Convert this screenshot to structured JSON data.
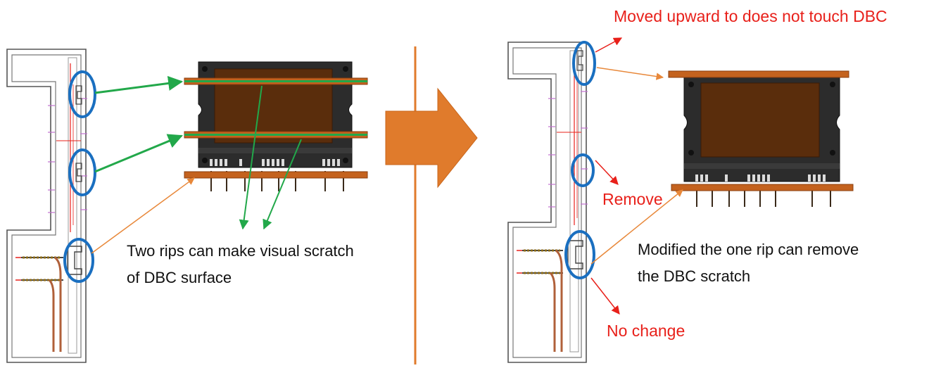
{
  "colors": {
    "highlight": "#1a6fc0",
    "annotation": "#e8201a",
    "pointer_green": "#22a84a",
    "pointer_orange": "#e8883a",
    "transition_arrow": "#e07b2c",
    "divider": "#e07b2c",
    "dbc_copper": "#c4621e",
    "substrate": "#5a2d0c",
    "module_body": "#2c2c2c"
  },
  "before": {
    "caption_line1": "Two rips can make visual scratch",
    "caption_line2": "of DBC surface"
  },
  "after": {
    "note_top": "Moved upward to does not touch DBC",
    "note_remove": "Remove",
    "note_no_change": "No change",
    "caption_line1": "Modified the one rip can remove",
    "caption_line2": "the DBC scratch"
  }
}
